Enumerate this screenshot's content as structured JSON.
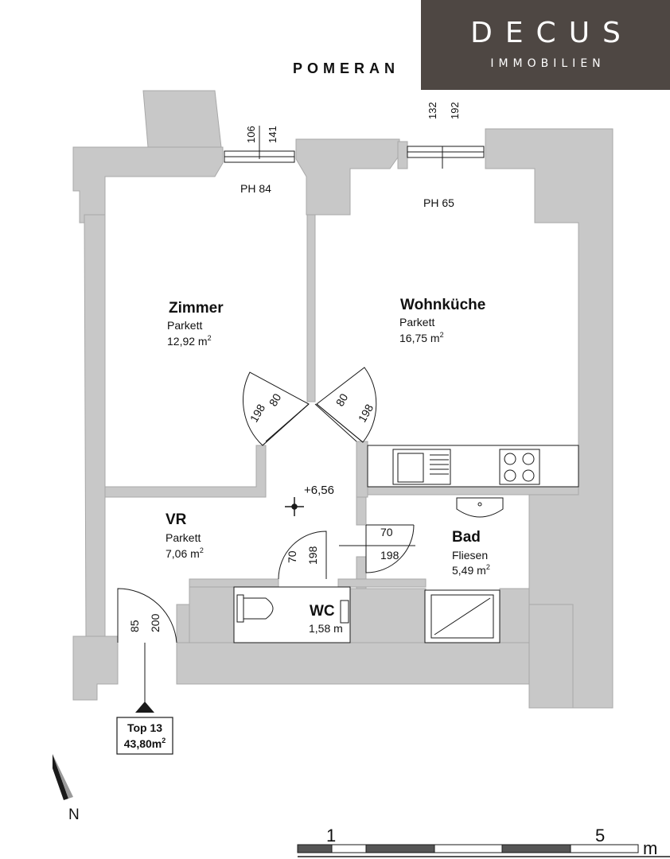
{
  "brand": {
    "name": "DECUS",
    "tagline": "IMMOBILIEN",
    "background_color": "#4e4743"
  },
  "street": "POMERAN",
  "windows": {
    "left_a": "106",
    "left_b": "141",
    "right_a": "132",
    "right_b": "192"
  },
  "parapet_heights": {
    "zimmer": "PH 84",
    "wohnkueche": "PH 65"
  },
  "rooms": {
    "zimmer": {
      "name": "Zimmer",
      "floor": "Parkett",
      "area": "12,92 m",
      "unit_sup": "2"
    },
    "wohnkueche": {
      "name": "Wohnküche",
      "floor": "Parkett",
      "area": "16,75 m",
      "unit_sup": "2"
    },
    "vr": {
      "name": "VR",
      "floor": "Parkett",
      "area": "7,06 m",
      "unit_sup": "2"
    },
    "bad": {
      "name": "Bad",
      "floor": "Fliesen",
      "area": "5,49 m",
      "unit_sup": "2"
    },
    "wc": {
      "name": "WC",
      "area": "1,58 m"
    }
  },
  "doors": {
    "zimmer": {
      "width": "80",
      "height": "198"
    },
    "wohnkueche": {
      "width": "80",
      "height": "198"
    },
    "bad": {
      "width": "70",
      "height": "198"
    },
    "wc": {
      "width": "70",
      "height": "198"
    },
    "entrance": {
      "width": "85",
      "height": "200"
    }
  },
  "level": "+6,56",
  "unit": {
    "label": "Top 13",
    "area": "43,80m",
    "unit_sup": "2"
  },
  "north": "N",
  "scale": {
    "start": "1",
    "end": "5",
    "unit": "m"
  },
  "colors": {
    "wall": "#c8c8c8",
    "wall_edge": "#a0a0a0",
    "line": "#1a1a1a"
  }
}
